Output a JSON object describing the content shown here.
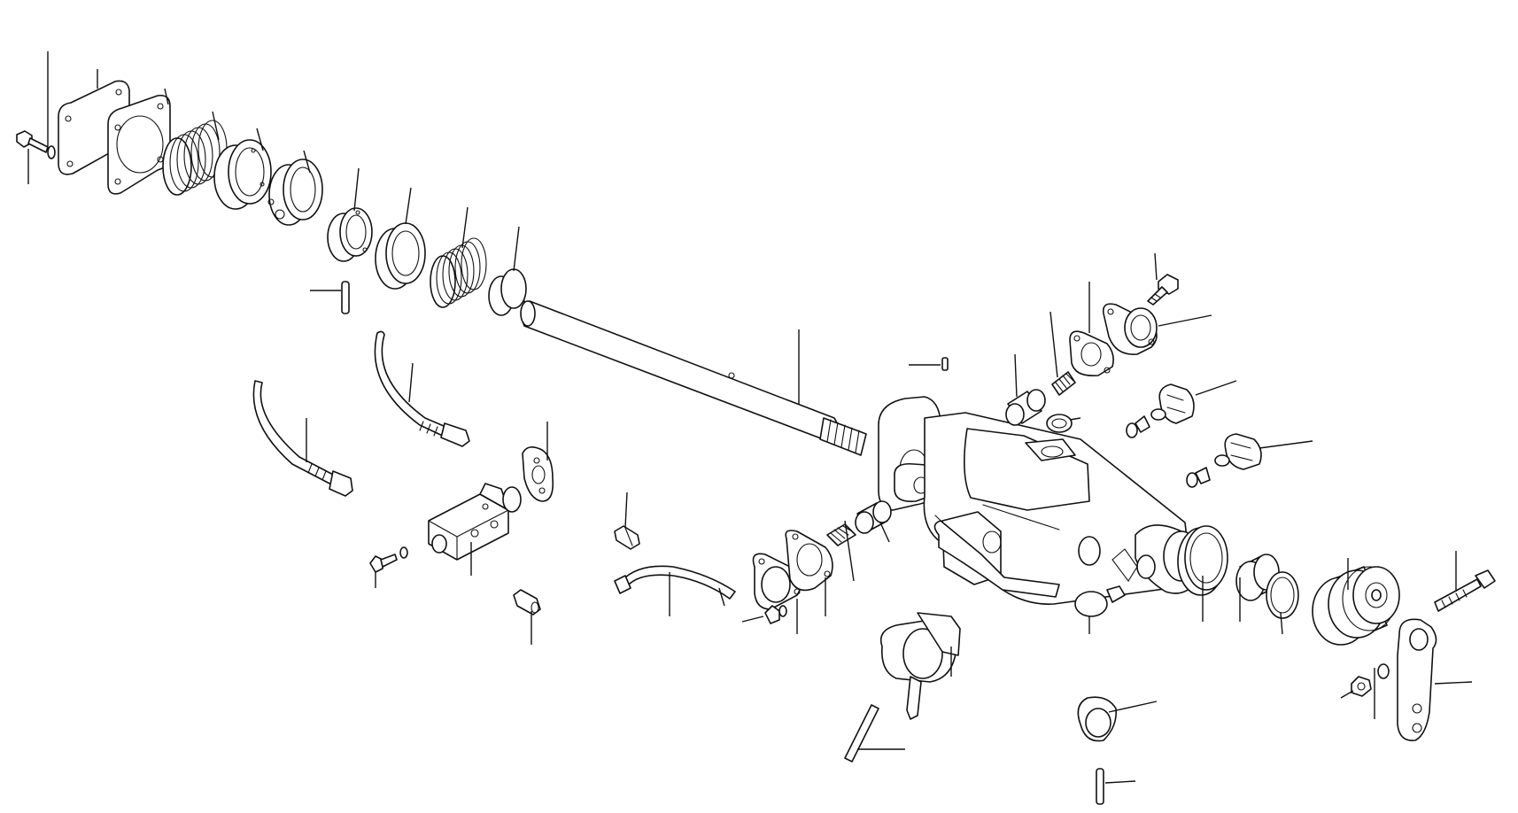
{
  "diagram": {
    "kind": "exploded-parts-view",
    "line_color": "#111111",
    "background": "#ffffff",
    "parts": [
      {
        "id": "bolt-top-left"
      },
      {
        "id": "washer-small-top-left"
      },
      {
        "id": "cover-plate"
      },
      {
        "id": "gasket-cover"
      },
      {
        "id": "spring-large"
      },
      {
        "id": "retainer-ring"
      },
      {
        "id": "bushing-slotted"
      },
      {
        "id": "cup-small"
      },
      {
        "id": "ring-flange"
      },
      {
        "id": "spring-medium"
      },
      {
        "id": "sleeve-short"
      },
      {
        "id": "pin-dowel-upper"
      },
      {
        "id": "main-shaft"
      },
      {
        "id": "hose-left"
      },
      {
        "id": "hose-middle"
      },
      {
        "id": "gasket-small-valve"
      },
      {
        "id": "valve-block"
      },
      {
        "id": "screw-valve"
      },
      {
        "id": "fitting-small-upper"
      },
      {
        "id": "pipe-bent"
      },
      {
        "id": "fitting-small-lower"
      },
      {
        "id": "housing-main"
      },
      {
        "id": "plug-cap-lower"
      },
      {
        "id": "cover-flanged-lower"
      },
      {
        "id": "gasket-flanged-lower"
      },
      {
        "id": "spring-small-lower"
      },
      {
        "id": "sleeve-lower"
      },
      {
        "id": "screw-lower"
      },
      {
        "id": "lever-clamp"
      },
      {
        "id": "pin-long-lower"
      },
      {
        "id": "clamp-small"
      },
      {
        "id": "pin-short-bottom"
      },
      {
        "id": "cover-flanged-upper"
      },
      {
        "id": "gasket-flanged-upper"
      },
      {
        "id": "bolt-upper-right"
      },
      {
        "id": "piston-cup"
      },
      {
        "id": "spring-upper-right"
      },
      {
        "id": "washer-ring"
      },
      {
        "id": "pin-small-center"
      },
      {
        "id": "switch-upper"
      },
      {
        "id": "switch-lower"
      },
      {
        "id": "seal-ring-large"
      },
      {
        "id": "bearing-ring"
      },
      {
        "id": "o-ring"
      },
      {
        "id": "pulley-grooved"
      },
      {
        "id": "bolt-right"
      },
      {
        "id": "lever-arm"
      },
      {
        "id": "nut-small"
      },
      {
        "id": "washer-tiny"
      }
    ]
  }
}
